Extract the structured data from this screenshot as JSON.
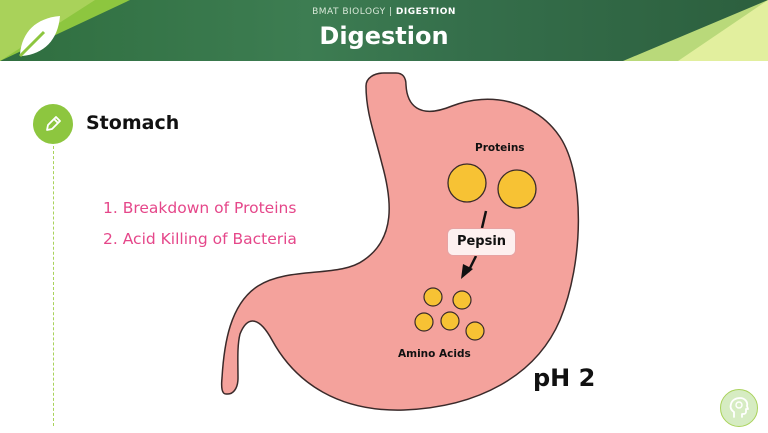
{
  "header": {
    "breadcrumb_course": "BMAT BIOLOGY",
    "breadcrumb_separator": "|",
    "breadcrumb_topic": "DIGESTION",
    "title": "Digestion"
  },
  "section": {
    "title": "Stomach",
    "points": [
      "1. Breakdown of Proteins",
      "2. Acid Killing of Bacteria"
    ]
  },
  "diagram": {
    "proteins_label": "Proteins",
    "enzyme_label": "Pepsin",
    "products_label": "Amino Acids",
    "ph_label": "pH 2"
  },
  "colors": {
    "accent_green": "#8dc63f",
    "stomach_fill": "#f4a29c",
    "stomach_outline": "#3a2a2a",
    "molecule_fill": "#f7c234",
    "list_text": "#e5478a"
  },
  "icons": {
    "header": "leaf-icon",
    "section": "pencil-icon",
    "footer": "head-logo-icon"
  }
}
